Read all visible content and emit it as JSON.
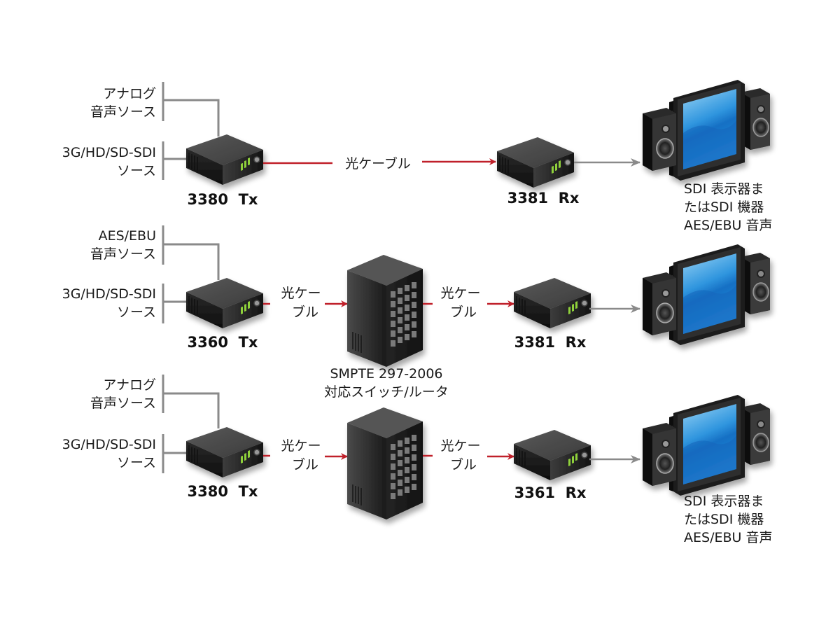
{
  "colors": {
    "fiber_cable": "#c0202a",
    "signal_line": "#8a8a8a",
    "device_body": "#2e2e2e",
    "led_green": "#8fd13a",
    "screen_blue": "#1a7fd0"
  },
  "rows": [
    {
      "audio_source": [
        "アナログ",
        "音声ソース"
      ],
      "video_source": [
        "3G/HD/SD-SDI",
        "ソース"
      ],
      "tx_model": "3380  Tx",
      "cable_label": "光ケーブル",
      "rx_model": "3381  Rx",
      "display_label": [
        "SDI 表示器ま",
        "たはSDI 機器",
        "AES/EBU 音声"
      ]
    },
    {
      "audio_source": [
        "AES/EBU",
        "音声ソース"
      ],
      "video_source": [
        "3G/HD/SD-SDI",
        "ソース"
      ],
      "tx_model": "3360  Tx",
      "cable_label_in": [
        "光ケー",
        "ブル"
      ],
      "cable_label_out": [
        "光ケー",
        "ブル"
      ],
      "rx_model": "3381  Rx",
      "switch_label": [
        "SMPTE 297-2006",
        "対応スイッチ/ルータ"
      ]
    },
    {
      "audio_source": [
        "アナログ",
        "音声ソース"
      ],
      "video_source": [
        "3G/HD/SD-SDI",
        "ソース"
      ],
      "tx_model": "3380  Tx",
      "cable_label_in": [
        "光ケー",
        "ブル"
      ],
      "cable_label_out": [
        "光ケー",
        "ブル"
      ],
      "rx_model": "3361  Rx",
      "display_label": [
        "SDI 表示器ま",
        "たはSDI 機器",
        "AES/EBU 音声"
      ]
    }
  ],
  "icons": {
    "transmitter": "transmitter-box-icon",
    "receiver": "receiver-box-icon",
    "switch": "router-tower-icon",
    "display": "monitor-with-speakers-icon"
  }
}
